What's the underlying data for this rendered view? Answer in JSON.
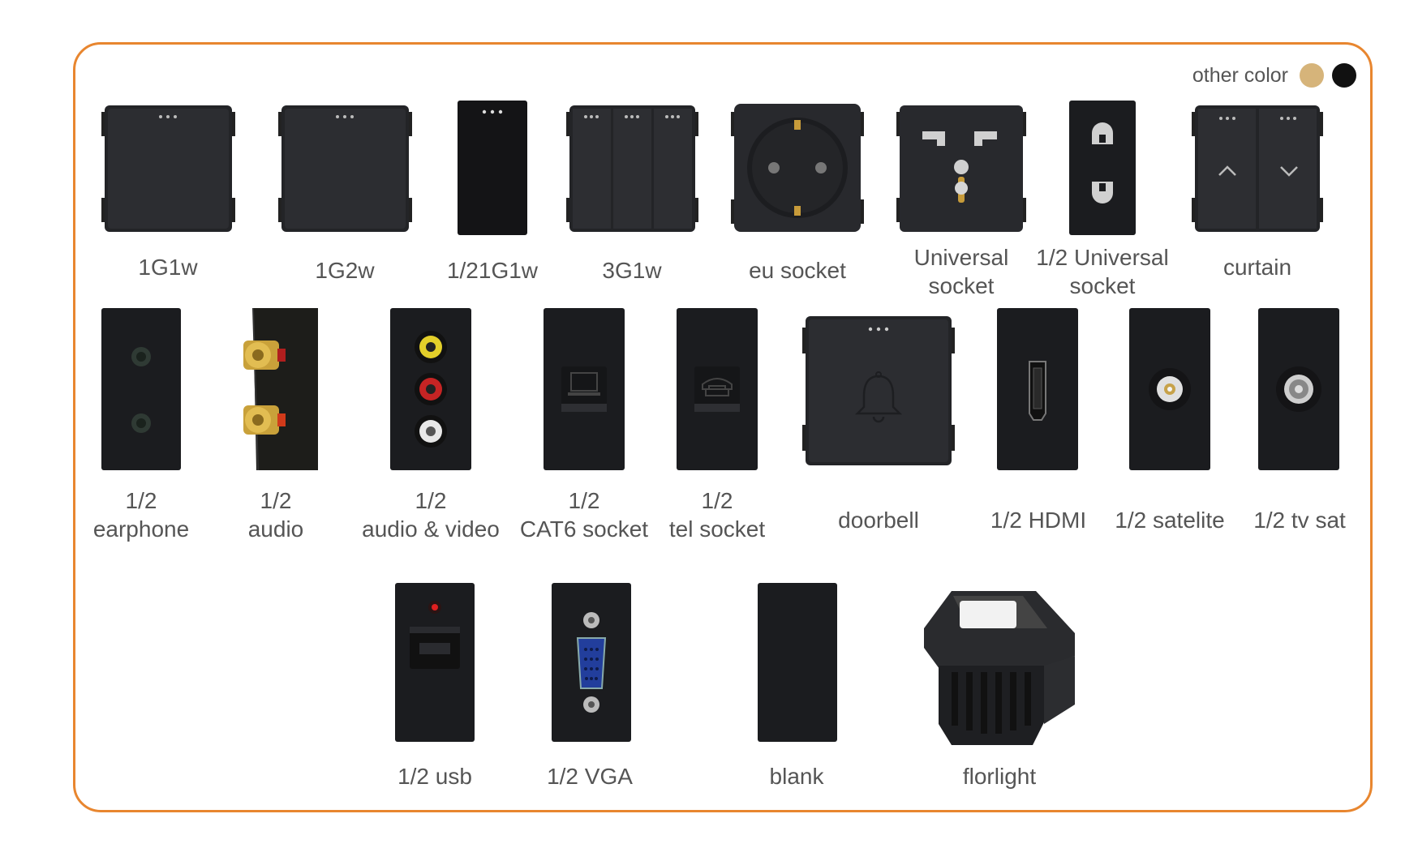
{
  "other_color": {
    "label": "other color",
    "swatches": [
      {
        "name": "gold",
        "hex": "#d6b47a"
      },
      {
        "name": "black",
        "hex": "#111111"
      }
    ]
  },
  "products": [
    {
      "id": "1g1w",
      "icon": "single-gang-switch-icon",
      "lines": [
        "1G1w"
      ]
    },
    {
      "id": "1g2w",
      "icon": "single-gang-switch-icon",
      "lines": [
        "1G2w"
      ]
    },
    {
      "id": "half-1g1w",
      "icon": "half-switch-icon",
      "lines": [
        "1/21G1w"
      ]
    },
    {
      "id": "3g1w",
      "icon": "three-gang-switch-icon",
      "lines": [
        "3G1w"
      ]
    },
    {
      "id": "eu-socket",
      "icon": "eu-socket-icon",
      "lines": [
        "eu socket"
      ]
    },
    {
      "id": "universal-socket",
      "icon": "universal-socket-icon",
      "lines": [
        "Universal",
        "socket"
      ]
    },
    {
      "id": "half-universal-socket",
      "icon": "half-universal-socket-icon",
      "lines": [
        "1/2 Universal",
        "socket"
      ]
    },
    {
      "id": "curtain",
      "icon": "curtain-switch-icon",
      "lines": [
        "curtain"
      ]
    },
    {
      "id": "half-earphone",
      "icon": "earphone-jack-icon",
      "lines": [
        "1/2",
        "earphone"
      ]
    },
    {
      "id": "half-audio",
      "icon": "speaker-terminal-icon",
      "lines": [
        "1/2",
        "audio"
      ]
    },
    {
      "id": "half-audio-video",
      "icon": "rca-av-icon",
      "lines": [
        "1/2",
        "audio & video"
      ]
    },
    {
      "id": "half-cat6",
      "icon": "cat6-socket-icon",
      "lines": [
        "1/2",
        "CAT6 socket"
      ]
    },
    {
      "id": "half-tel",
      "icon": "tel-socket-icon",
      "lines": [
        "1/2",
        "tel socket"
      ]
    },
    {
      "id": "doorbell",
      "icon": "doorbell-icon",
      "lines": [
        "doorbell"
      ]
    },
    {
      "id": "half-hdmi",
      "icon": "hdmi-icon",
      "lines": [
        "1/2 HDMI"
      ]
    },
    {
      "id": "half-satelite",
      "icon": "satellite-socket-icon",
      "lines": [
        "1/2 satelite"
      ]
    },
    {
      "id": "half-tv-sat",
      "icon": "tv-sat-socket-icon",
      "lines": [
        "1/2 tv sat"
      ]
    },
    {
      "id": "half-usb",
      "icon": "usb-socket-icon",
      "lines": [
        "1/2 usb"
      ]
    },
    {
      "id": "half-vga",
      "icon": "vga-socket-icon",
      "lines": [
        "1/2 VGA"
      ]
    },
    {
      "id": "blank",
      "icon": "blank-plate-icon",
      "lines": [
        "blank"
      ]
    },
    {
      "id": "florlight",
      "icon": "floor-light-icon",
      "lines": [
        "florlight"
      ]
    }
  ]
}
